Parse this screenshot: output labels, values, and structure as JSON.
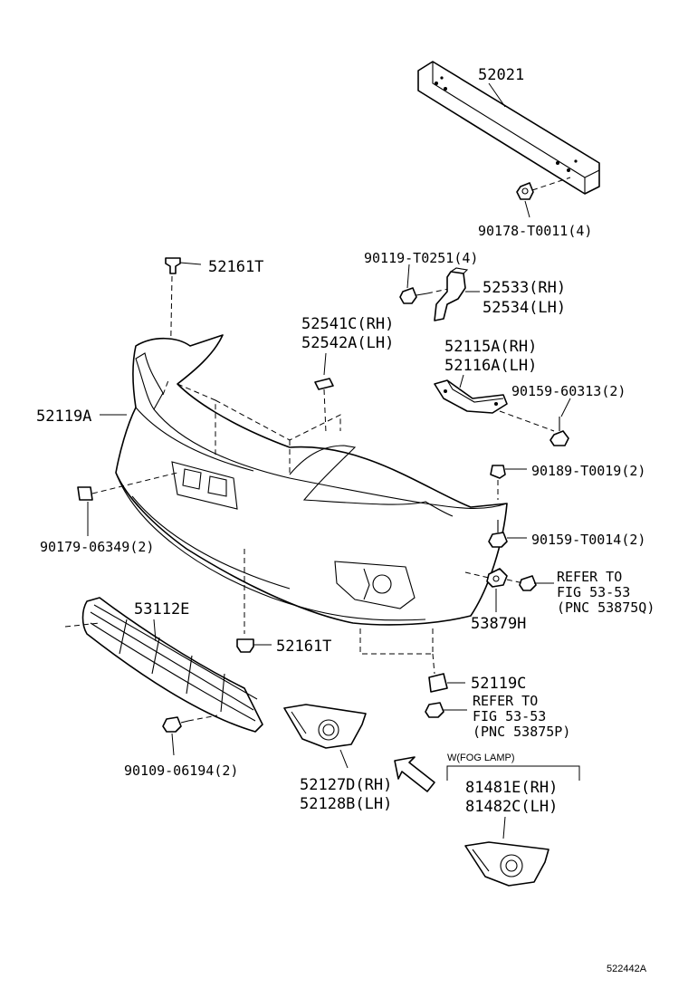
{
  "labels": {
    "p52021": "52021",
    "p90178": "90178-T0011(4)",
    "p52161T_top": "52161T",
    "p90119": "90119-T0251(4)",
    "p52533": "52533(RH)",
    "p52534": "52534(LH)",
    "p52541C": "52541C(RH)",
    "p52542A": "52542A(LH)",
    "p52115A": "52115A(RH)",
    "p52116A": "52116A(LH)",
    "p90159_60313": "90159-60313(2)",
    "p52119A": "52119A",
    "p90189": "90189-T0019(2)",
    "p90179": "90179-06349(2)",
    "p90159_T0014": "90159-T0014(2)",
    "refer1_a": "REFER TO",
    "refer1_b": "FIG 53-53",
    "refer1_c": "(PNC 53875Q)",
    "p53879H": "53879H",
    "p53112E": "53112E",
    "p52161T_bot": "52161T",
    "p52119C": "52119C",
    "refer2_a": "REFER TO",
    "refer2_b": "FIG 53-53",
    "refer2_c": "(PNC 53875P)",
    "p90109": "90109-06194(2)",
    "p52127D": "52127D(RH)",
    "p52128B": "52128B(LH)",
    "fog_note": "W(FOG LAMP)",
    "p81481E": "81481E(RH)",
    "p81482C": "81482C(LH)",
    "figure_id": "522442A"
  }
}
